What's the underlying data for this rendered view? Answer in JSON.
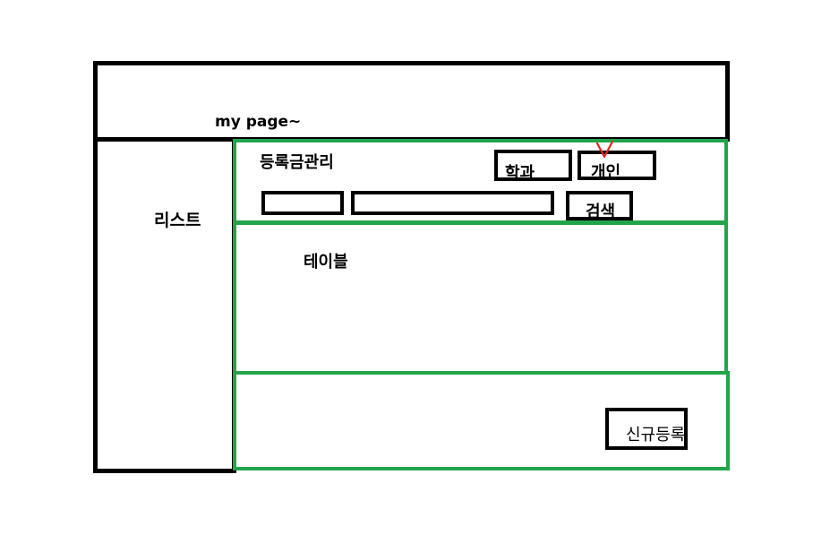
{
  "header": {
    "title": "my page~"
  },
  "sidebar": {
    "label": "리스트"
  },
  "registration": {
    "title": "등록금관리",
    "buttons": {
      "department": "학과",
      "individual": "개인",
      "search": "검색"
    }
  },
  "table_panel": {
    "label": "테이블"
  },
  "footer_panel": {
    "new_button": "신규등록"
  },
  "colors": {
    "frame": "#000000",
    "panel_border": "#22a54a",
    "check_mark": "#e0241e"
  },
  "icons": {
    "selection_mark": "check-mark-icon"
  }
}
